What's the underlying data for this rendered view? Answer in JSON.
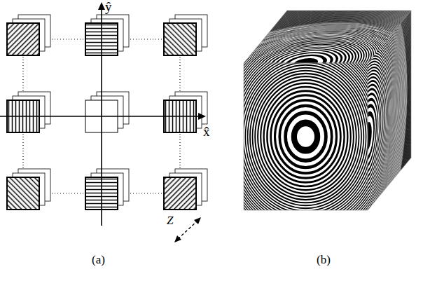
{
  "diagram": {
    "labels": [
      "ŷ",
      "x̂",
      "Z",
      "(a)",
      "(b)"
    ]
  }
}
